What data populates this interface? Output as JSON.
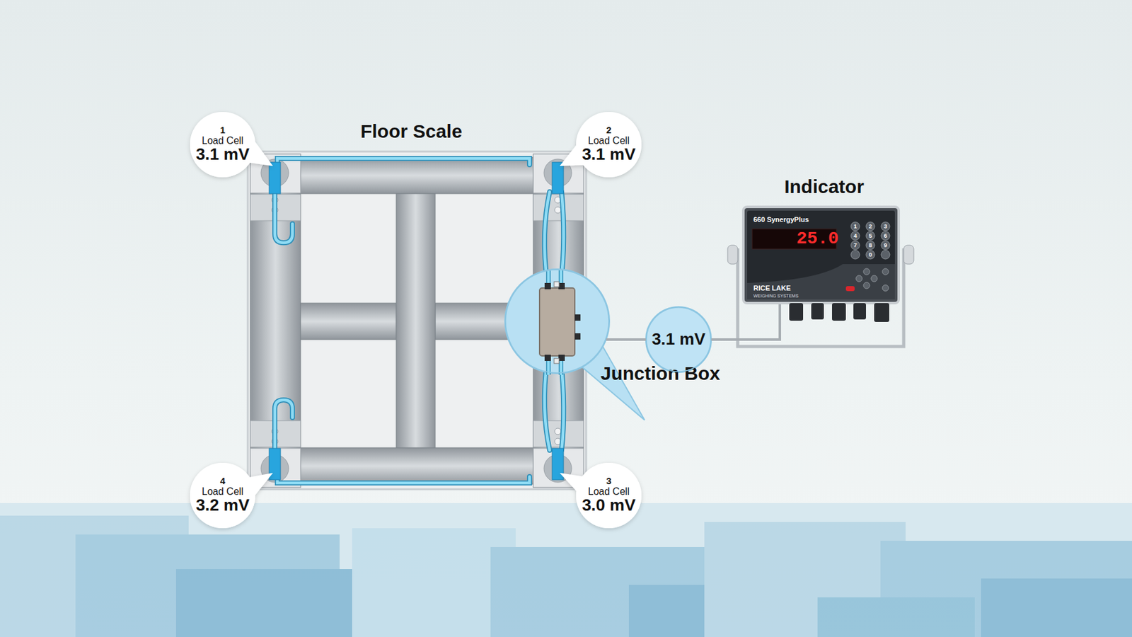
{
  "diagram": {
    "nodes": [
      {
        "text": [
          "1",
          "Load Cell",
          "3.1 mV"
        ]
      },
      {
        "text": [
          "Floor Scale"
        ]
      },
      {
        "text": [
          "2",
          "Load Cell",
          "3.1 mV"
        ]
      },
      {
        "text": [
          "Indicator"
        ]
      },
      {
        "text": [
          "Junction Box"
        ]
      },
      {
        "text": [
          "3.1 mV"
        ]
      },
      {
        "text": [
          "4",
          "Load Cell",
          "3.2 mV"
        ]
      },
      {
        "text": [
          "3",
          "Load Cell",
          "3.0 mV"
        ]
      }
    ],
    "edges": [
      {
        "from": 4,
        "to": 5,
        "arrow": "none"
      },
      {
        "from": 5,
        "to": 3,
        "arrow": "none"
      }
    ],
    "labels": [
      "660 SynergyPlus",
      "25.0",
      "RICE LAKE",
      "WEIGHING SYSTEMS",
      "1",
      "2",
      "3",
      "4",
      "5",
      "6",
      "7",
      "8",
      "9",
      "0"
    ]
  }
}
